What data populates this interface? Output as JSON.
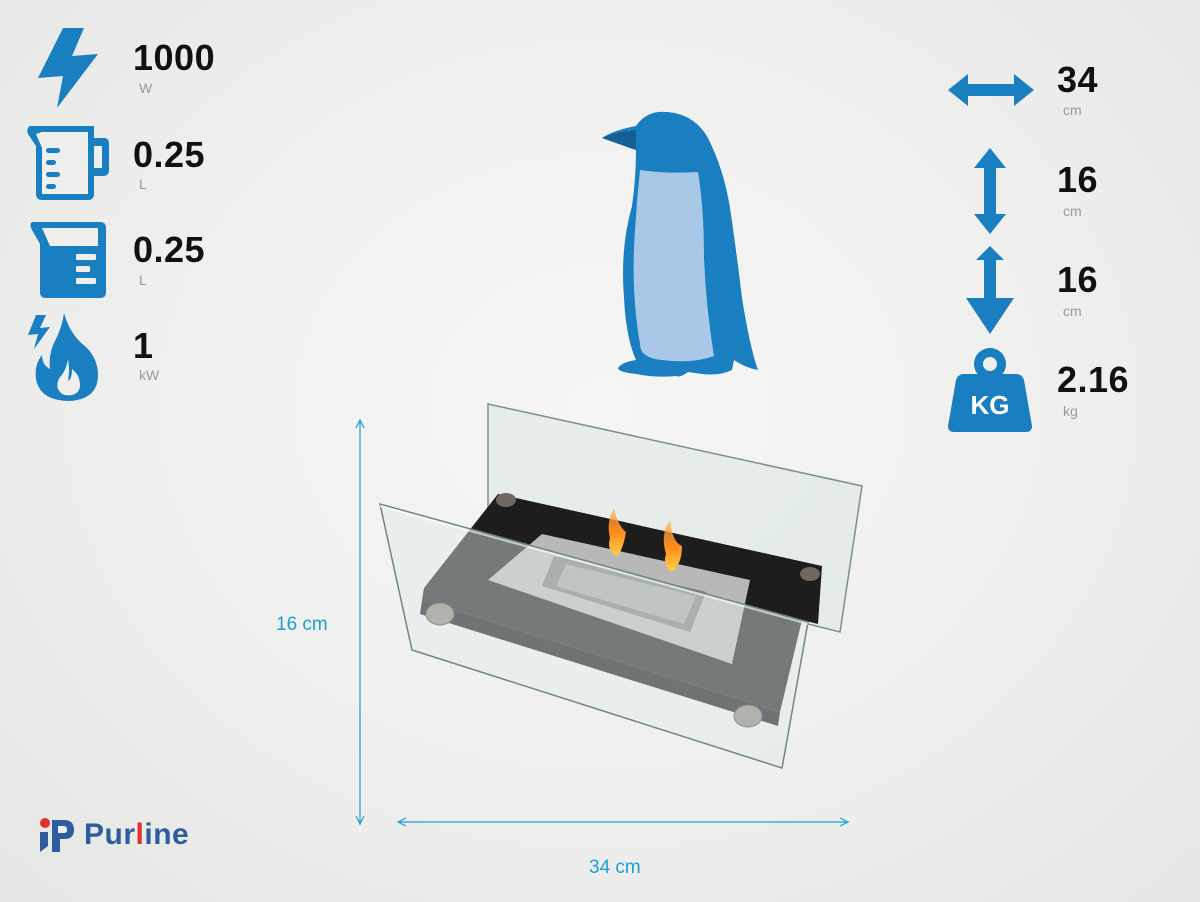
{
  "colors": {
    "accent": "#1a7fc1",
    "dimension_line": "#1aa0d8",
    "brand_blue": "#2d5d9c",
    "brand_red": "#e0312d"
  },
  "specs_left": [
    {
      "icon": "lightning-bolt-icon",
      "value": "1000",
      "unit": "W"
    },
    {
      "icon": "measuring-jug-icon",
      "value": "0.25",
      "unit": "L"
    },
    {
      "icon": "fuel-tank-icon",
      "value": "0.25",
      "unit": "L"
    },
    {
      "icon": "flame-power-icon",
      "value": "1",
      "unit": "kW"
    }
  ],
  "specs_right": [
    {
      "icon": "width-arrow-icon",
      "value": "34",
      "unit": "cm"
    },
    {
      "icon": "height-arrow-icon",
      "value": "16",
      "unit": "cm"
    },
    {
      "icon": "depth-arrow-icon",
      "value": "16",
      "unit": "cm"
    },
    {
      "icon": "weight-kg-icon",
      "value": "2.16",
      "unit": "kg",
      "icon_text": "KG"
    }
  ],
  "dimensions": {
    "height_label": "16 cm",
    "width_label": "34 cm"
  },
  "brand": {
    "name_part1": "Pur",
    "name_part2": "l",
    "name_part3": "ine"
  }
}
